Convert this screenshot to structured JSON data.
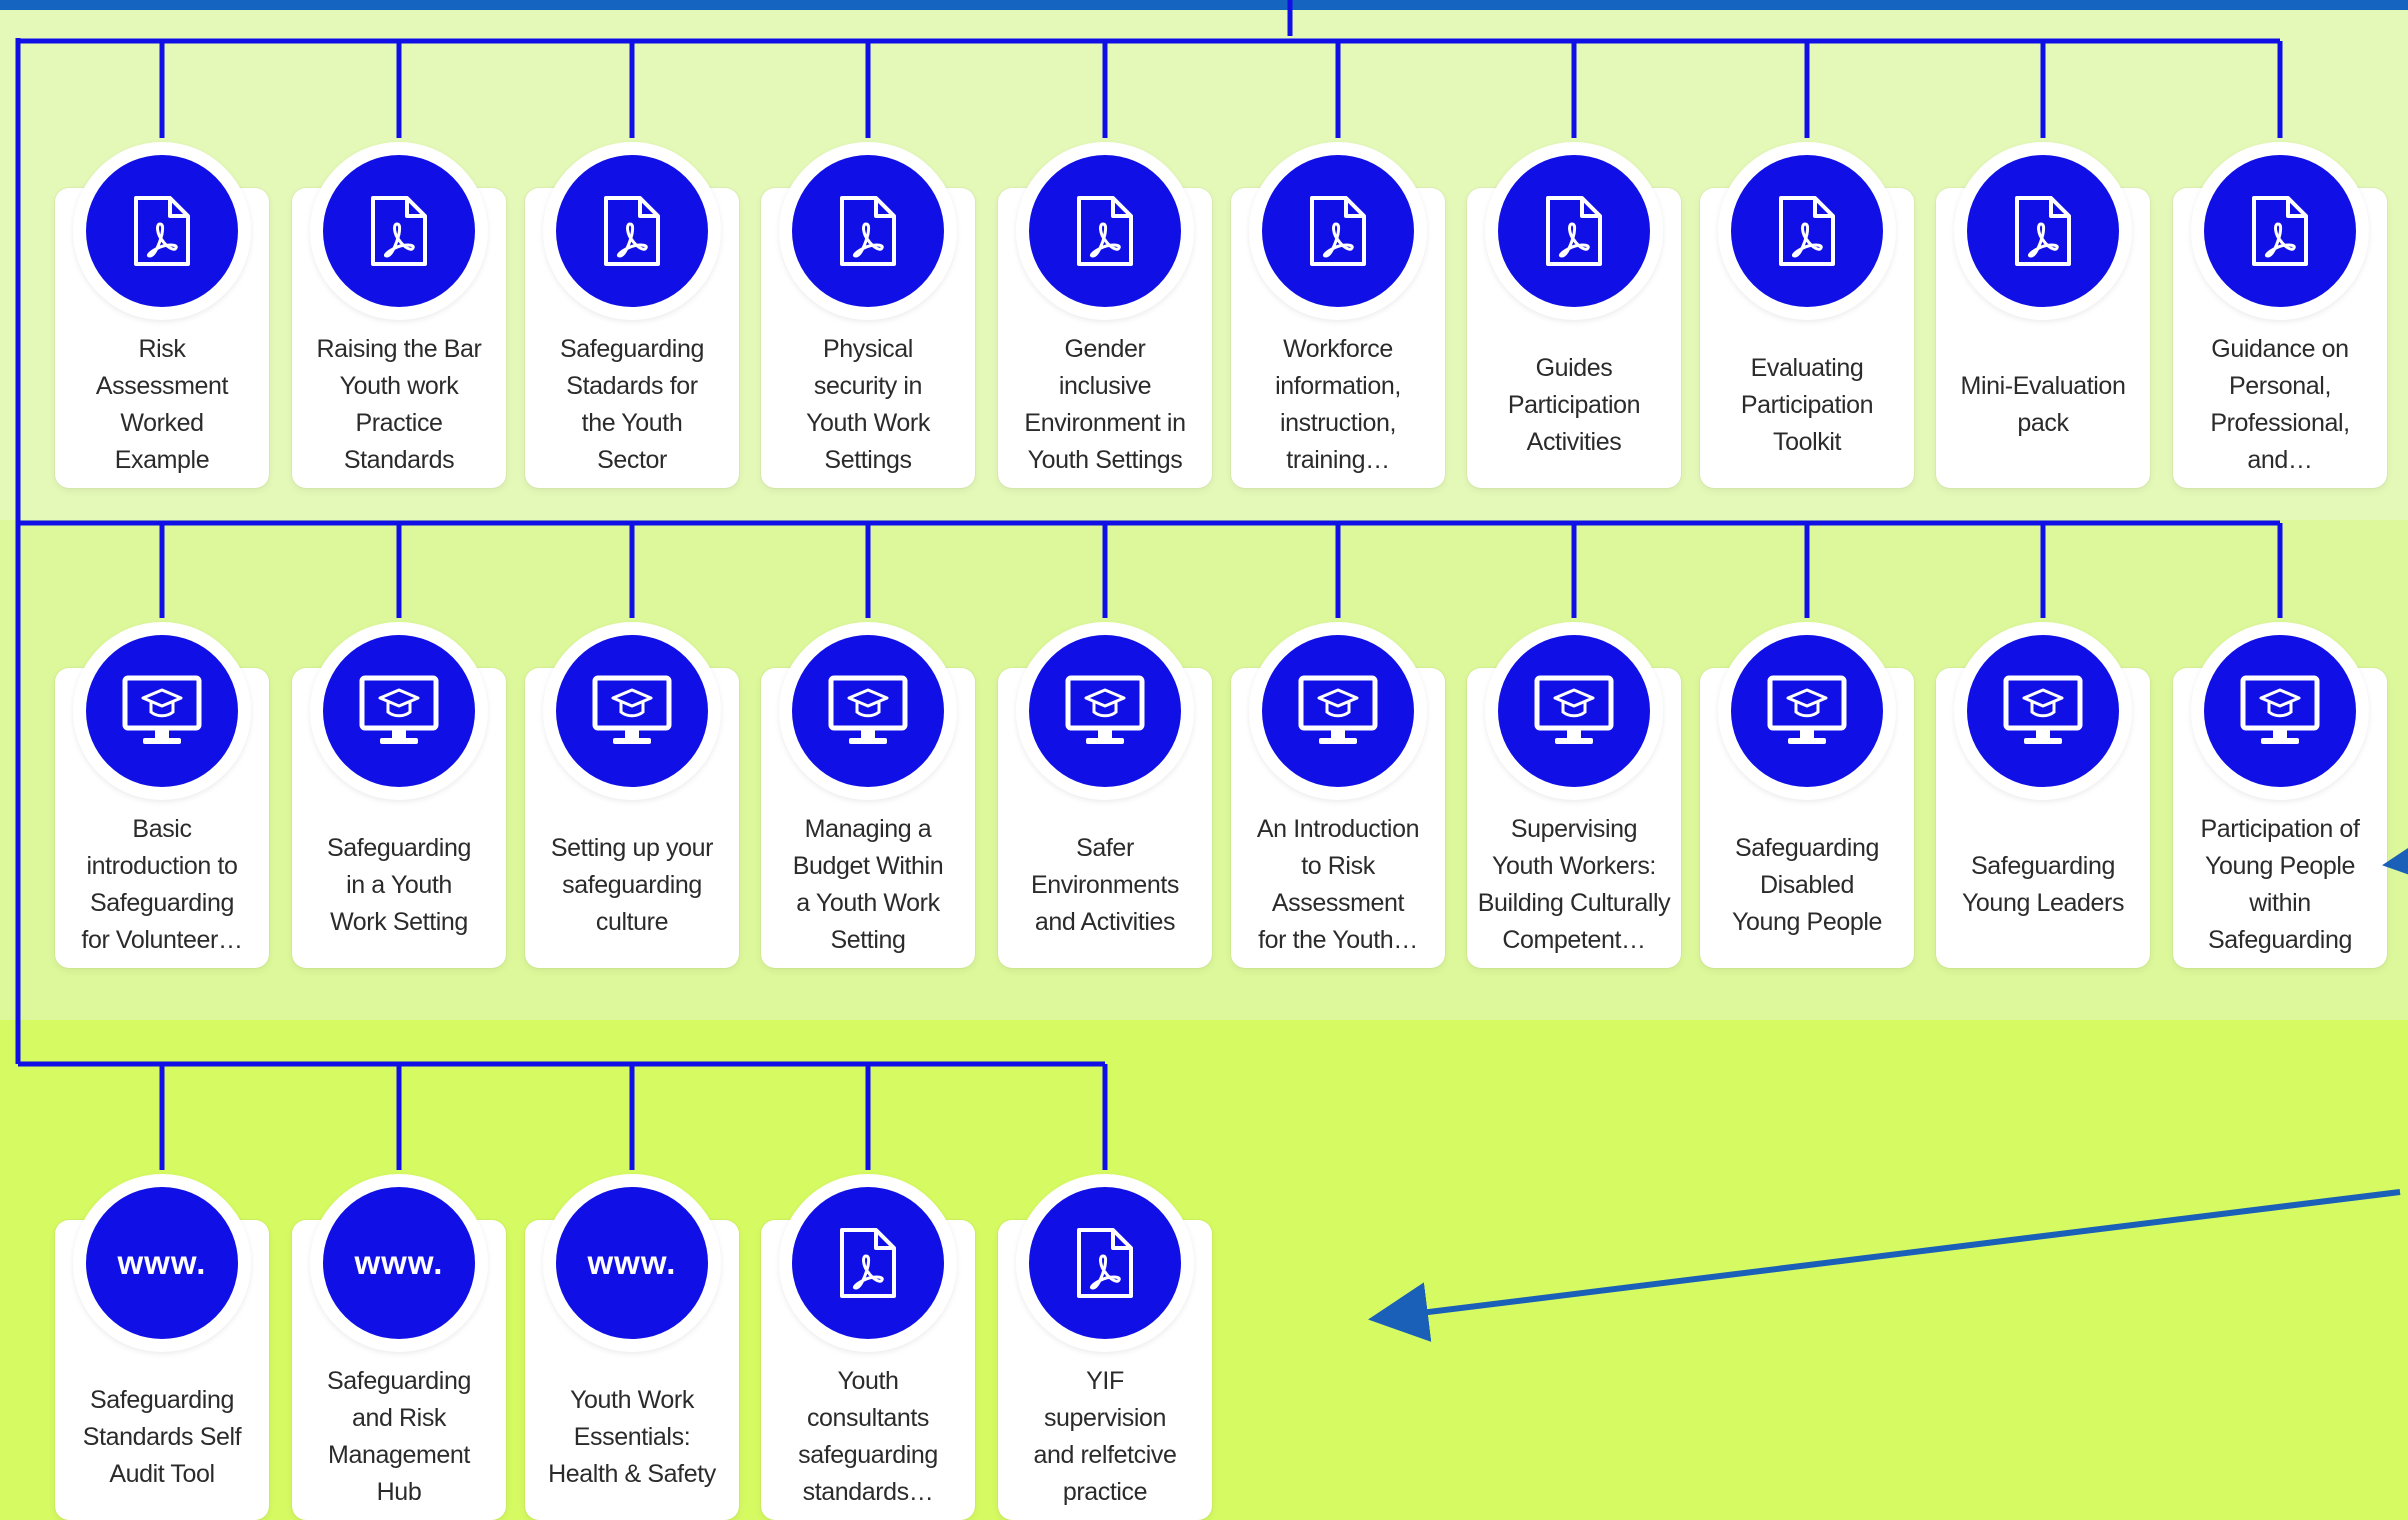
{
  "colors": {
    "top_bar": "#1565c0",
    "connector": "#1010e6",
    "arrow": "#1a5fb8",
    "badge": "#1010e6",
    "band_1": "#e4f8b8",
    "band_2": "#dcf89a",
    "band_3": "#d6fa62"
  },
  "rows": [
    {
      "items": [
        {
          "icon": "pdf-icon",
          "label": "Risk\nAssessment\nWorked\nExample"
        },
        {
          "icon": "pdf-icon",
          "label": "Raising the Bar\nYouth work\nPractice\nStandards"
        },
        {
          "icon": "pdf-icon",
          "label": "Safeguarding\nStadards for\nthe Youth\nSector"
        },
        {
          "icon": "pdf-icon",
          "label": "Physical\nsecurity in\nYouth Work\nSettings"
        },
        {
          "icon": "pdf-icon",
          "label": "Gender\ninclusive\nEnvironment in\nYouth Settings"
        },
        {
          "icon": "pdf-icon",
          "label": "Workforce\ninformation,\ninstruction,\ntraining…"
        },
        {
          "icon": "pdf-icon",
          "label": "Guides\nParticipation\nActivities"
        },
        {
          "icon": "pdf-icon",
          "label": "Evaluating\nParticipation\nToolkit"
        },
        {
          "icon": "pdf-icon",
          "label": "Mini-Evaluation\npack"
        },
        {
          "icon": "pdf-icon",
          "label": "Guidance on\nPersonal,\nProfessional,\nand…"
        }
      ]
    },
    {
      "items": [
        {
          "icon": "elearning-monitor-icon",
          "label": "Basic\nintroduction to\nSafeguarding\nfor Volunteer…"
        },
        {
          "icon": "elearning-monitor-icon",
          "label": "Safeguarding\nin a Youth\nWork Setting"
        },
        {
          "icon": "elearning-monitor-icon",
          "label": "Setting up your\nsafeguarding\nculture"
        },
        {
          "icon": "elearning-monitor-icon",
          "label": "Managing a\nBudget Within\na Youth Work\nSetting"
        },
        {
          "icon": "elearning-monitor-icon",
          "label": "Safer\nEnvironments\nand Activities"
        },
        {
          "icon": "elearning-monitor-icon",
          "label": "An Introduction\nto Risk\nAssessment\nfor the Youth…"
        },
        {
          "icon": "elearning-monitor-icon",
          "label": "Supervising\nYouth Workers:\nBuilding Culturally\nCompetent…"
        },
        {
          "icon": "elearning-monitor-icon",
          "label": "Safeguarding\nDisabled\nYoung People"
        },
        {
          "icon": "elearning-monitor-icon",
          "label": "Safeguarding\nYoung Leaders"
        },
        {
          "icon": "elearning-monitor-icon",
          "label": "Participation of\nYoung People\nwithin\nSafeguarding"
        }
      ]
    },
    {
      "items": [
        {
          "icon": "www-icon",
          "icon_text": "www.",
          "label": "Safeguarding\nStandards Self\nAudit Tool"
        },
        {
          "icon": "www-icon",
          "icon_text": "www.",
          "label": "Safeguarding\nand Risk\nManagement\nHub"
        },
        {
          "icon": "www-icon",
          "icon_text": "www.",
          "label": "Youth Work\nEssentials:\nHealth & Safety"
        },
        {
          "icon": "pdf-icon",
          "label": "Youth\nconsultants\nsafeguarding\nstandards…"
        },
        {
          "icon": "pdf-icon",
          "label": "YIF\nsupervision\nand relfetcive\npractice"
        }
      ]
    }
  ]
}
